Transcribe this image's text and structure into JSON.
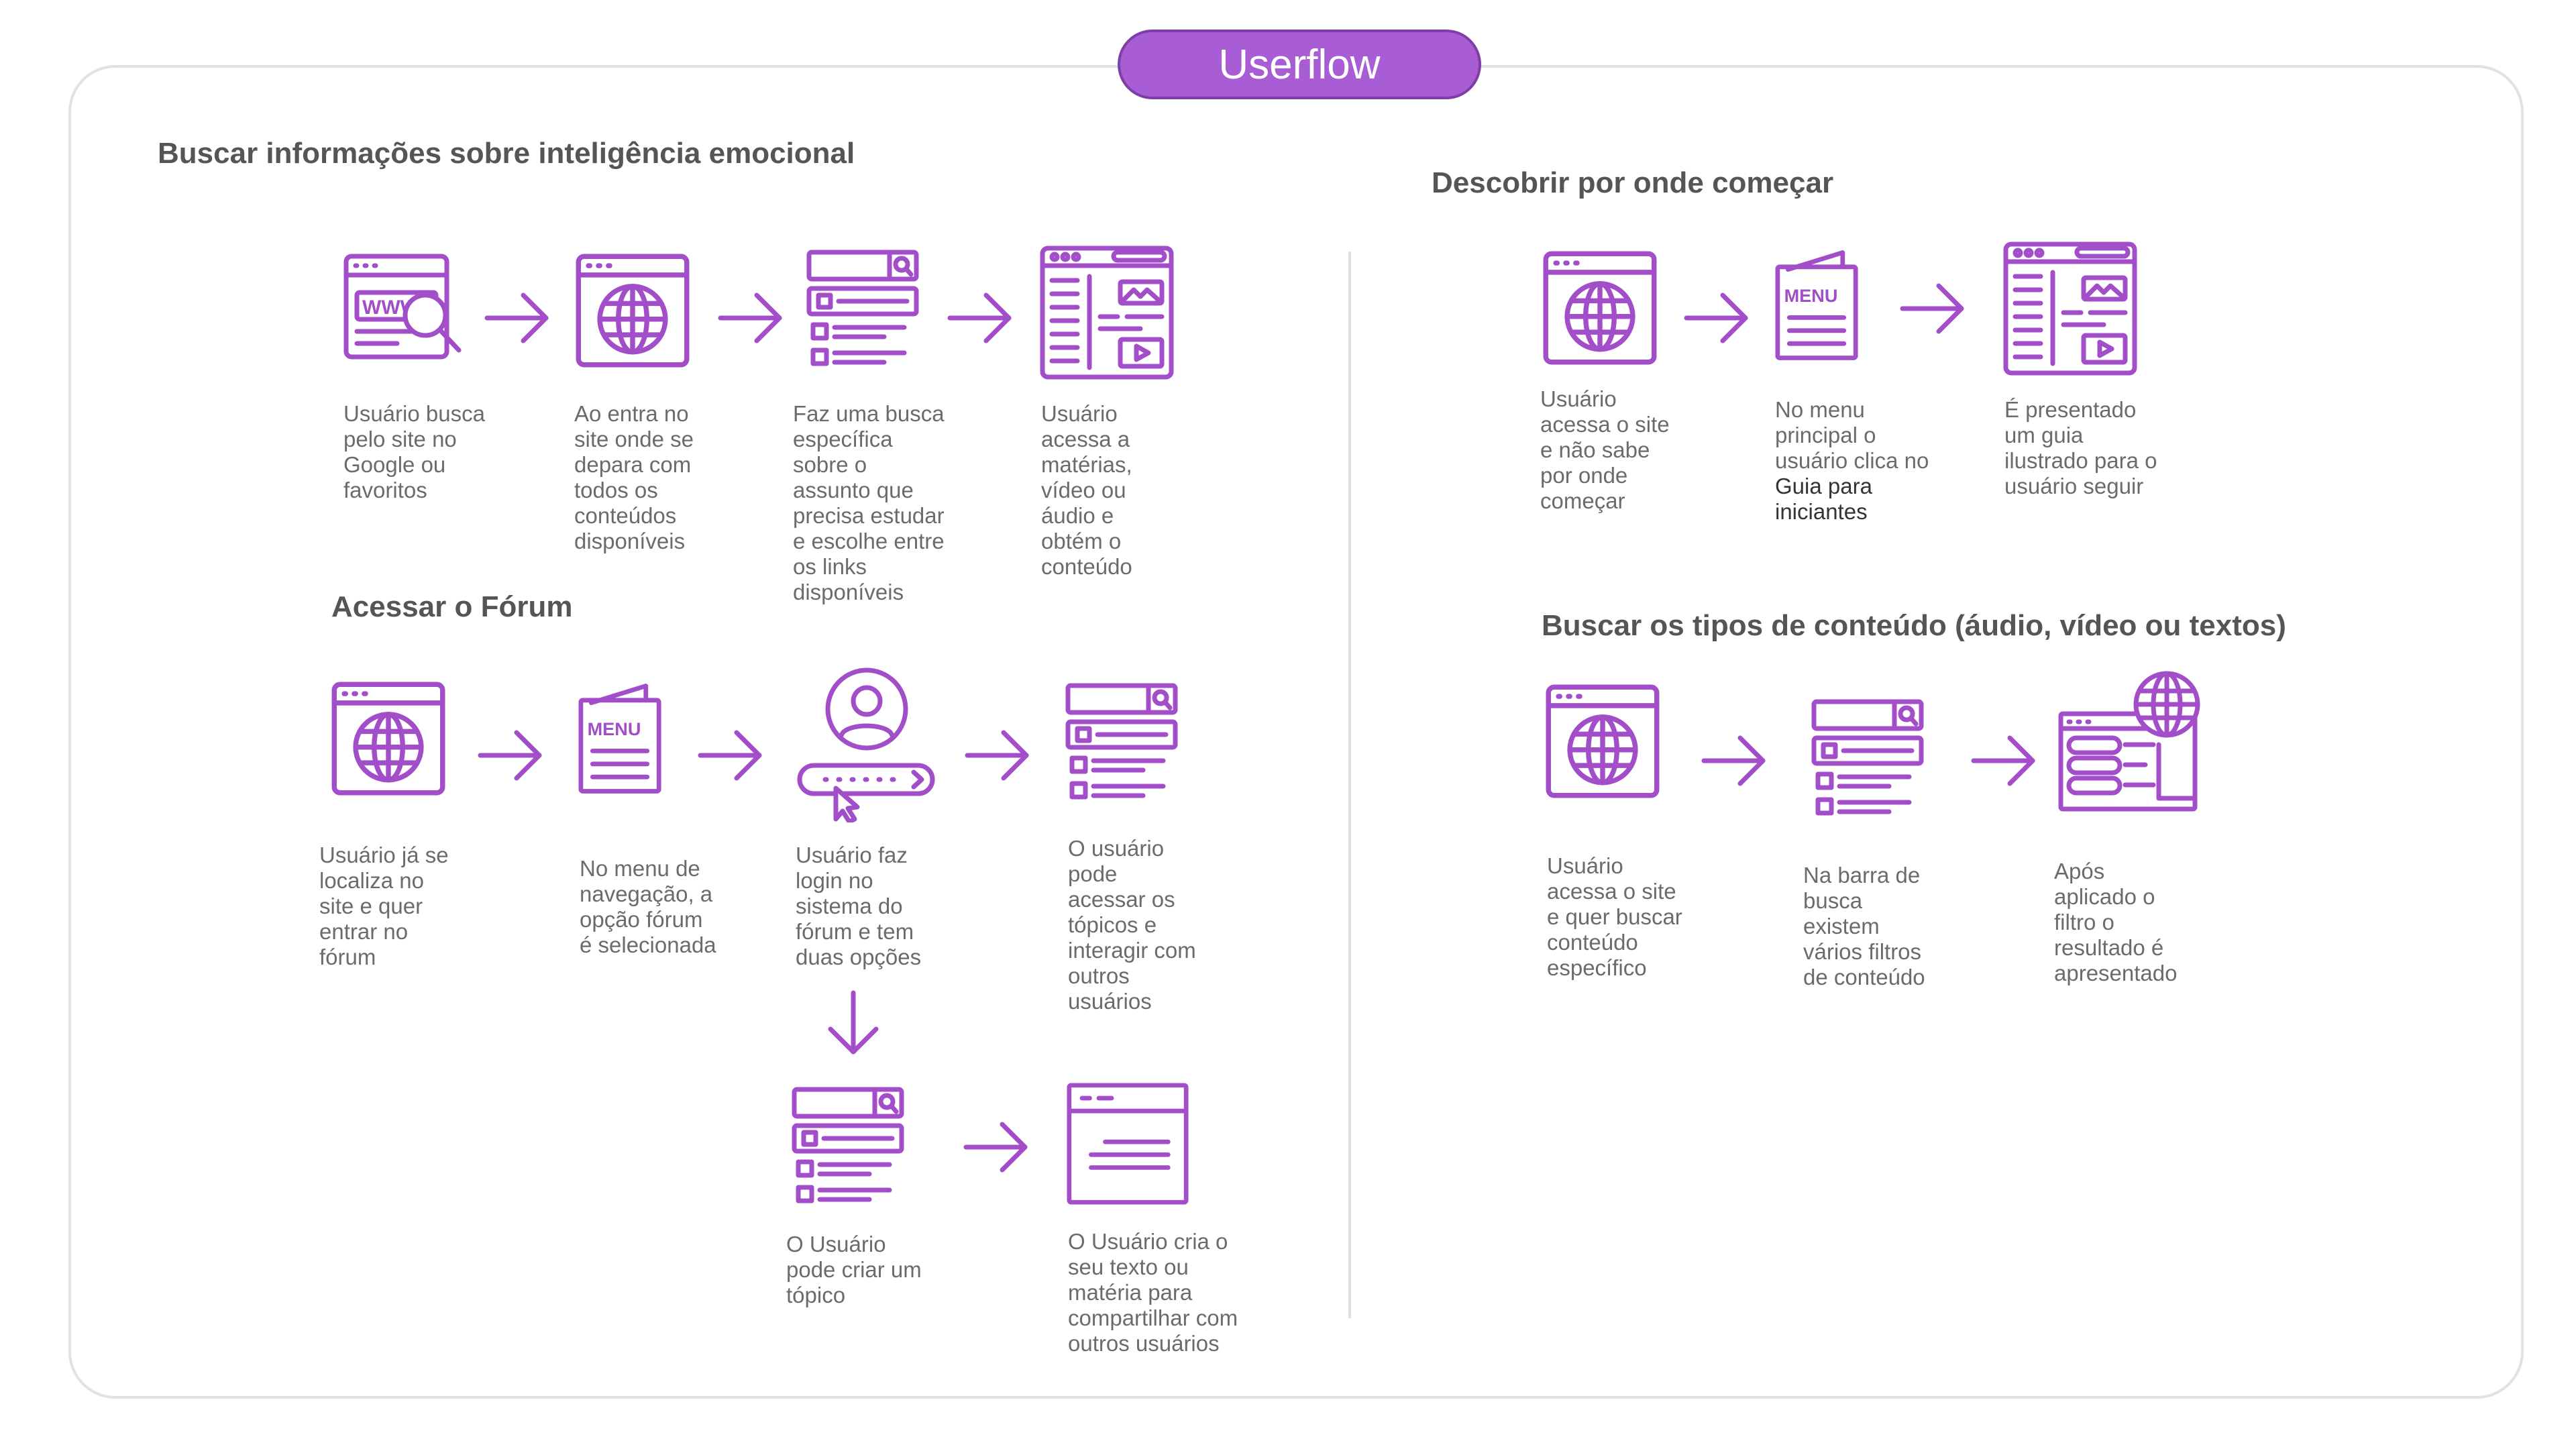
{
  "header": {
    "title": "Userflow"
  },
  "colors": {
    "accent": "#a95dd4",
    "stroke": "#a14ec8",
    "text": "#6b6b6b",
    "heading": "#555555"
  },
  "sections": {
    "s1": {
      "title": "Buscar informações sobre inteligência emocional",
      "steps": [
        {
          "icon": "web-search-icon",
          "lines": [
            "Usuário busca",
            "pelo site no",
            "Google ou",
            "favoritos"
          ]
        },
        {
          "icon": "globe-browser-icon",
          "lines": [
            "Ao entra no",
            "site onde se",
            "depara com",
            "todos os",
            "conteúdos",
            "disponíveis"
          ]
        },
        {
          "icon": "search-results-icon",
          "lines": [
            "Faz uma busca",
            "específica",
            "sobre o",
            "assunto que",
            "precisa estudar",
            "e escolhe entre",
            "os links",
            "disponíveis"
          ]
        },
        {
          "icon": "content-page-icon",
          "lines": [
            "Usuário",
            "acessa a",
            "matérias,",
            "vídeo ou",
            "áudio e",
            "obtém o",
            "conteúdo"
          ]
        }
      ]
    },
    "s2": {
      "title": "Acessar o Fórum",
      "steps": [
        {
          "icon": "globe-browser-icon",
          "lines": [
            "Usuário já se",
            "localiza no",
            "site e quer",
            "entrar no",
            "fórum"
          ]
        },
        {
          "icon": "menu-icon",
          "menu_label": "MENU",
          "lines": [
            "No menu de",
            "navegação, a",
            "opção fórum",
            "é selecionada"
          ]
        },
        {
          "icon": "user-login-icon",
          "lines": [
            "Usuário faz",
            "login no",
            "sistema do",
            "fórum e tem",
            "duas opções"
          ]
        },
        {
          "icon": "search-results-icon",
          "lines": [
            "O usuário",
            "pode",
            "acessar os",
            "tópicos e",
            "interagir com",
            "outros",
            "usuários"
          ]
        },
        {
          "icon": "search-results-icon",
          "lines": [
            "O Usuário",
            "pode criar um",
            "tópico"
          ]
        },
        {
          "icon": "text-editor-icon",
          "lines": [
            "O Usuário cria o",
            "seu texto ou",
            "matéria para",
            "compartilhar com",
            "outros usuários"
          ]
        }
      ]
    },
    "s3": {
      "title": "Descobrir por onde começar",
      "steps": [
        {
          "icon": "globe-browser-icon",
          "lines": [
            "Usuário",
            "acessa o site",
            "e não sabe",
            "por onde",
            "começar"
          ]
        },
        {
          "icon": "menu-icon",
          "menu_label": "MENU",
          "lines": [
            "No menu",
            "principal o",
            "usuário clica no",
            "Guia"
          ],
          "extra": [
            "para",
            "iniciantes"
          ]
        },
        {
          "icon": "content-page-icon",
          "lines": [
            "É  presentado",
            "um guia",
            "ilustrado para o",
            "usuário seguir"
          ]
        }
      ]
    },
    "s4": {
      "title": "Buscar os tipos de conteúdo (áudio, vídeo ou textos)",
      "steps": [
        {
          "icon": "globe-browser-icon",
          "lines": [
            "Usuário",
            "acessa o site",
            "e quer buscar",
            "conteúdo",
            "específico"
          ]
        },
        {
          "icon": "search-results-icon",
          "lines": [
            "Na barra de",
            "busca",
            "existem",
            "vários filtros",
            "de conteúdo"
          ]
        },
        {
          "icon": "server-globe-icon",
          "lines": [
            "Após",
            "aplicado o",
            "filtro o",
            "resultado é",
            "apresentado"
          ]
        }
      ]
    }
  }
}
